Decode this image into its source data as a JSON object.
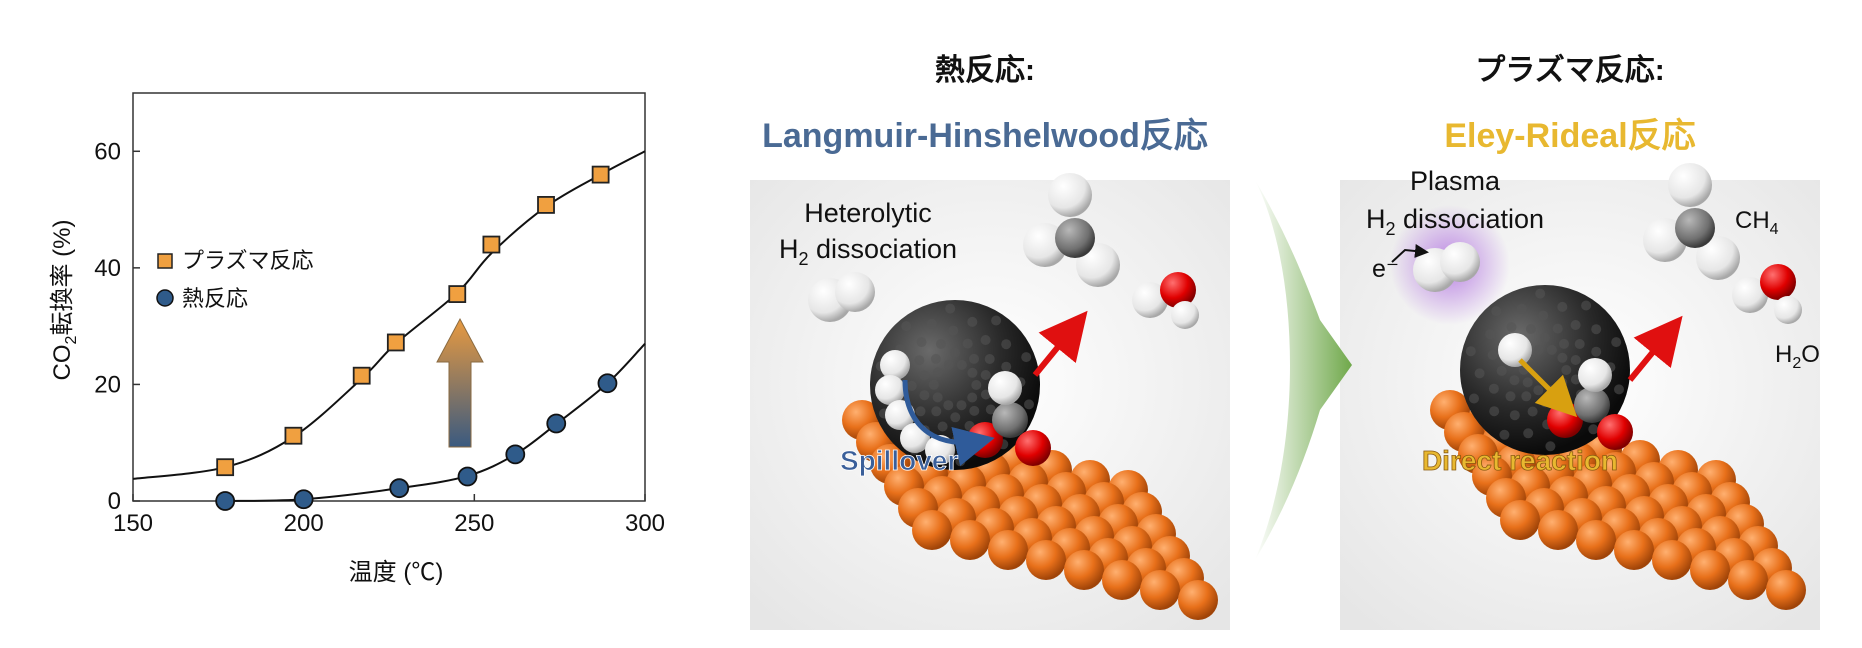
{
  "chart_data": {
    "type": "scatter",
    "xlabel": "温度 (℃)",
    "ylabel": "CO2転換率 (%)",
    "ylabel_parts": {
      "pre": "CO",
      "sub": "2",
      "post": "転換率 (%)"
    },
    "xlim": [
      150,
      300
    ],
    "ylim": [
      0,
      70
    ],
    "xticks": [
      "150",
      "200",
      "250",
      "300"
    ],
    "yticks": [
      "0",
      "20",
      "40",
      "60"
    ],
    "xtick_values": [
      150,
      200,
      250,
      300
    ],
    "ytick_values": [
      0,
      20,
      40,
      60
    ],
    "legend_position": "center-left",
    "grid": false,
    "series": [
      {
        "name": "プラズマ反応",
        "marker": "square",
        "color": "#f0a040",
        "x": [
          177,
          197,
          217,
          227,
          245,
          255,
          271,
          287
        ],
        "y": [
          5.8,
          11.2,
          21.5,
          27.2,
          35.5,
          44.0,
          50.8,
          56.0
        ],
        "fit_x": [
          150,
          177,
          197,
          217,
          227,
          245,
          255,
          271,
          287,
          300
        ],
        "fit_y": [
          3.8,
          5.8,
          11.0,
          21.0,
          27.0,
          35.7,
          42.5,
          50.5,
          56.0,
          60.0
        ]
      },
      {
        "name": "熱反応",
        "marker": "circle",
        "color": "#2f5b8a",
        "x": [
          177,
          200,
          228,
          248,
          262,
          274,
          289
        ],
        "y": [
          0.0,
          0.3,
          2.2,
          4.2,
          8.0,
          13.3,
          20.2
        ],
        "fit_x": [
          177,
          200,
          228,
          248,
          262,
          274,
          289,
          300
        ],
        "fit_y": [
          0.0,
          0.3,
          2.2,
          4.3,
          8.0,
          13.2,
          20.2,
          27.0
        ]
      }
    ]
  },
  "scheme": {
    "thermal": {
      "title": "熱反応:",
      "mechanism": "Langmuir-Hinshelwood反応",
      "label_hetero_1": "Heterolytic",
      "label_hetero_2_pre": "H",
      "label_hetero_2_sub": "2",
      "label_hetero_2_post": " dissociation",
      "label_spillover": "Spillover",
      "mechanism_color": "#4a6a94"
    },
    "plasma": {
      "title": "プラズマ反応:",
      "mechanism": "Eley-Rideal反応",
      "label_plasma": "Plasma",
      "label_dissoc_pre": "H",
      "label_dissoc_sub": "2",
      "label_dissoc_post": " dissociation",
      "label_electron": "e⁻",
      "label_ch4_pre": "CH",
      "label_ch4_sub": "4",
      "label_h2o_pre": "H",
      "label_h2o_sub": "2",
      "label_h2o_post": "O",
      "label_direct": "Direct reaction",
      "mechanism_color": "#e8b830"
    }
  }
}
